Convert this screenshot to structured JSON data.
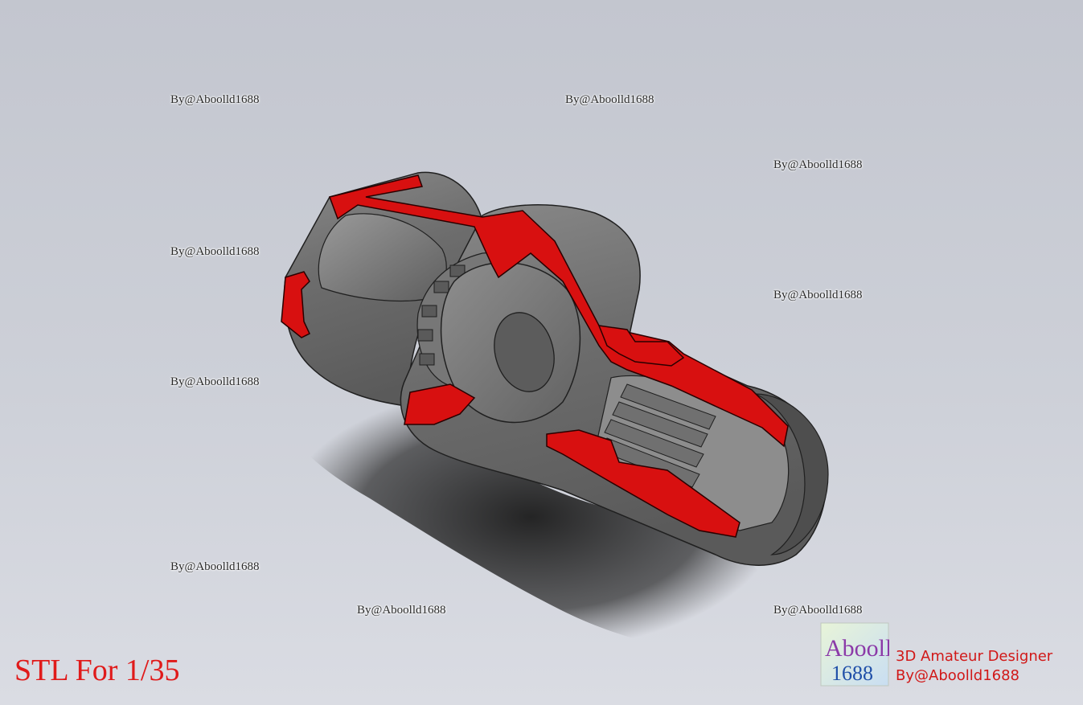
{
  "watermark_text": "By@Aboolld1688",
  "title": "STL For 1/35",
  "logo": {
    "line1": "Aboolld",
    "line2": "1688"
  },
  "credit": {
    "line1": "3D Amateur Designer",
    "line2": "By@Aboolld1688"
  },
  "colors": {
    "section_cut": "#d81010",
    "body_gray": "#6c6c6c",
    "title_red": "#e01a1a"
  }
}
